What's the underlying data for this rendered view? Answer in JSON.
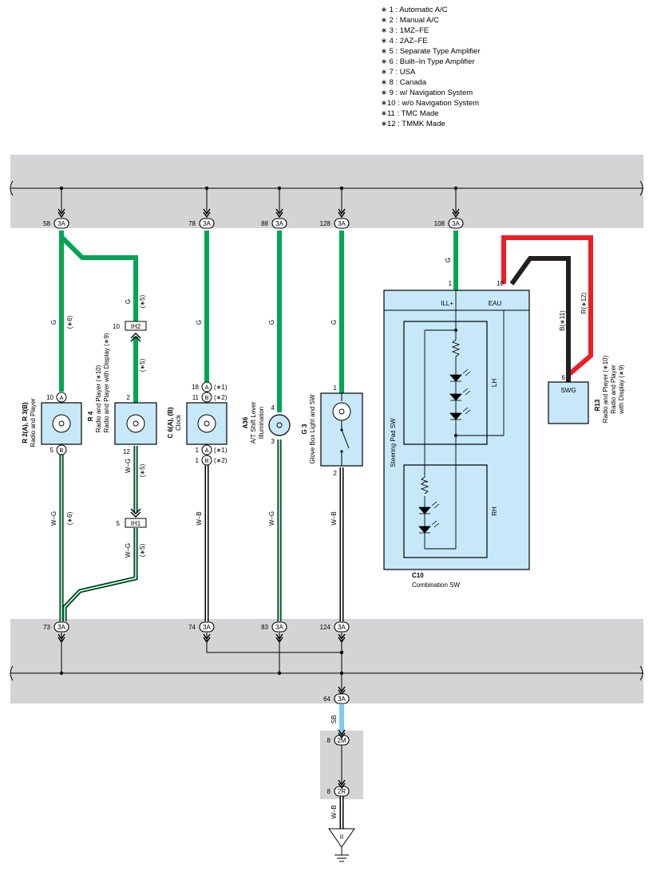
{
  "legend": [
    "∗ 1 : Automatic A/C",
    "∗ 2 : Manual A/C",
    "∗ 3 : 1MZ–FE",
    "∗ 4 : 2AZ–FE",
    "∗ 5 : Separate Type Amplifier",
    "∗ 6 : Built–In Type Amplifier",
    "∗ 7 : USA",
    "∗ 8 : Canada",
    "∗ 9 : w/ Navigation System",
    "∗10 : w/o Navigation System",
    "∗11 : TMC Made",
    "∗12 : TMMK Made"
  ],
  "colors": {
    "band": "#d4d4d6",
    "green": "#00a651",
    "red": "#ee1c25",
    "black": "#231f20",
    "blue": "#7fcbef",
    "comp": "#c6e8f8"
  },
  "top_junctions": [
    {
      "pin": "58",
      "conn": "3A"
    },
    {
      "pin": "78",
      "conn": "3A"
    },
    {
      "pin": "88",
      "conn": "3A"
    },
    {
      "pin": "128",
      "conn": "3A"
    },
    {
      "pin": "108",
      "conn": "3A"
    }
  ],
  "bottom_junctions": [
    {
      "pin": "73",
      "conn": "3A"
    },
    {
      "pin": "74",
      "conn": "3A"
    },
    {
      "pin": "83",
      "conn": "3A"
    },
    {
      "pin": "124",
      "conn": "3A"
    },
    {
      "pin": "64",
      "conn": "3A"
    },
    {
      "pin": "8",
      "conn": "2M"
    },
    {
      "pin": "8",
      "conn": "2R"
    }
  ],
  "wire_labels": {
    "g": "G",
    "wg": "W–G",
    "wb": "W–B",
    "sb": "SB",
    "b11": "B(∗11)",
    "r12": "R(∗12)",
    "n5": "(∗5)",
    "n6": "(∗6)",
    "n1": "(∗1)",
    "n2": "(∗2)"
  },
  "splices": {
    "ih2": {
      "pin": "10",
      "name": "IH2"
    },
    "ih1": {
      "pin": "5",
      "name": "IH1"
    }
  },
  "components": {
    "r2": {
      "code": "R 2(A), R 3(B)",
      "name": "Radio and Player",
      "pin_top": "10",
      "pin_top_c": "A",
      "pin_bot": "5",
      "pin_bot_c": "B"
    },
    "r4": {
      "code": "R 4",
      "line1": "Radio and Player (∗10)",
      "line2": "Radio and Player with Display (∗9)",
      "pin_top": "2",
      "pin_bot": "12"
    },
    "c6": {
      "code": "C 6(A), (B)",
      "name": "Clock",
      "p18": "18",
      "p11": "11",
      "p1a": "1",
      "p1b": "1",
      "ca": "A",
      "cb": "B"
    },
    "a36": {
      "code": "A36",
      "line1": "A/T Shift Lever",
      "line2": "Illumination",
      "pin_top": "4",
      "pin_bot": "3"
    },
    "g3": {
      "code": "G 3",
      "name": "Glove Box Light and SW",
      "pin_top": "1",
      "pin_bot": "2"
    },
    "c10": {
      "code": "C10",
      "name": "Combination SW",
      "pin1": "1",
      "pin10": "10",
      "ill": "ILL+",
      "eau": "EAU",
      "steering": "Steering Pad SW",
      "lh": "LH",
      "rh": "RH"
    },
    "r13": {
      "code": "R13",
      "line1": "Radio and Player (∗10)",
      "line2": "Radio and Player",
      "line3": "with Display (∗9)",
      "box": "SWG",
      "pin": "6"
    }
  }
}
